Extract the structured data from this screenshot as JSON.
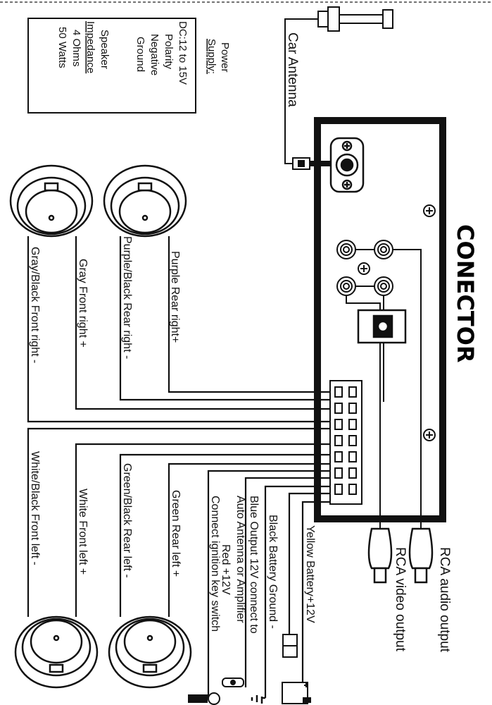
{
  "title": "CONECTOR",
  "specs": {
    "power_title": "Power",
    "power_sub": "Supply:",
    "voltage": "DC:12 to 15V",
    "polarity1": "Polarity",
    "polarity2": "Negative",
    "polarity3": "Ground",
    "speaker_title": "Speaker",
    "impedance": "Impedance",
    "ohms": "4 Ohms",
    "watts": "50 Watts"
  },
  "labels": {
    "antenna": "Car Antenna",
    "rca_audio": "RCA audio output",
    "rca_video": "RCA video output",
    "purple_rear_right_pos": "Purple Rear right+",
    "purple_rear_right_neg": "Purple/Black Rear right -",
    "gray_front_right_pos": "Gray Front right +",
    "gray_front_right_neg": "Gray/Black Front right -",
    "green_rear_left_pos": "Green Rear left +",
    "green_rear_left_neg": "Green/Black Rear left -",
    "white_front_left_pos": "White Front left +",
    "white_front_left_neg": "White/Black Front left -",
    "ignition": "Connect ignition key switch",
    "red": "Red +12V",
    "auto_antenna": "Auto Antenna or Amplifier",
    "blue": "Blue Output 12V connect to",
    "black": "Black Battery Ground -",
    "yellow": "Yellow Battery+12V"
  }
}
